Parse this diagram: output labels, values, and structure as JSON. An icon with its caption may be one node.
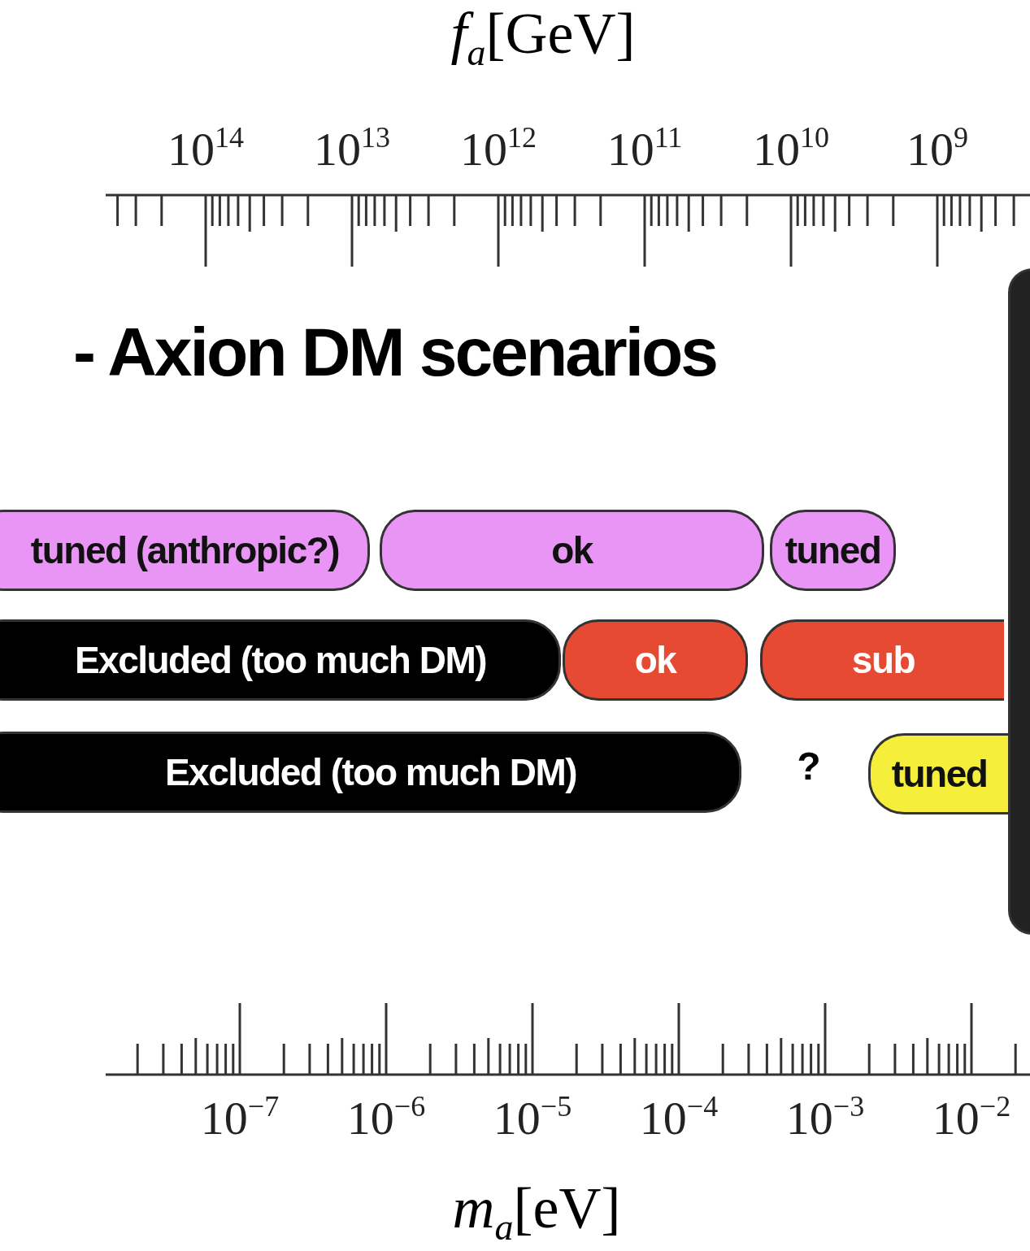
{
  "diagram": {
    "title": "- Axion DM scenarios",
    "nodes": [
      {
        "text": [
          "tuned (anthropic?)"
        ]
      },
      {
        "text": [
          "ok"
        ]
      },
      {
        "text": [
          "tuned"
        ]
      },
      {
        "text": [
          "Excluded (too much DM)"
        ]
      },
      {
        "text": [
          "ok"
        ]
      },
      {
        "text": [
          "sub"
        ]
      },
      {
        "text": [
          "Excluded (too much DM)"
        ]
      },
      {
        "text": [
          "tuned"
        ]
      },
      {
        "text": [],
        "shape": "bar"
      }
    ],
    "edges": [],
    "labels": [
      "*f*$_{a}$[GeV]",
      "10$^{14}$",
      "10$^{13}$",
      "10$^{12}$",
      "10$^{11}$",
      "10$^{10}$",
      "10$^{9}$",
      "?",
      "10$^{−7}$",
      "10$^{−6}$",
      "10$^{−5}$",
      "10$^{−4}$",
      "10$^{−3}$",
      "10$^{−2}$",
      "*m*$_{a}$[eV]"
    ]
  }
}
